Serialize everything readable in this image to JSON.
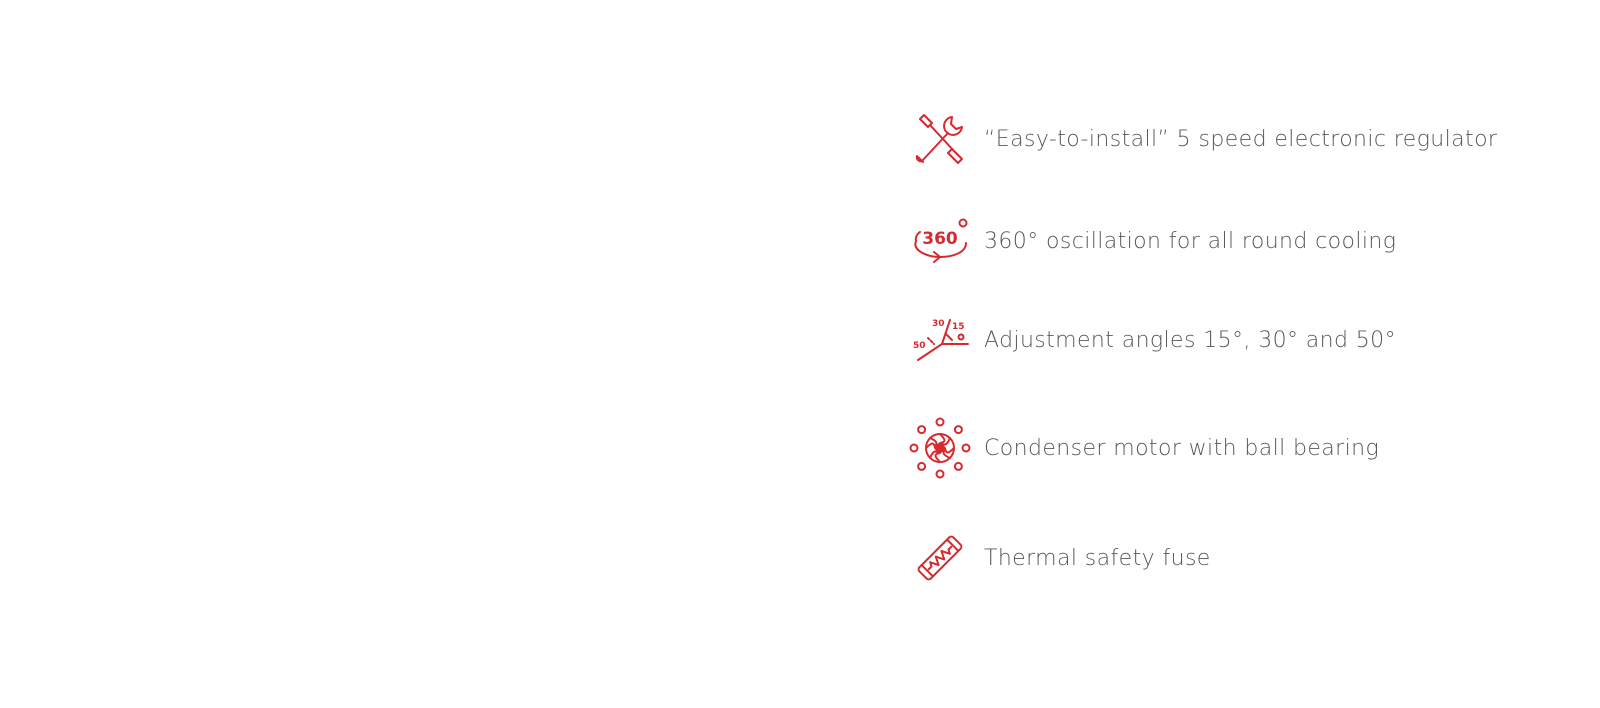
{
  "accent_color": "#d52b2f",
  "text_color": "#58585a",
  "features": [
    {
      "icon": "wrench-screwdriver-icon",
      "label": "“Easy-to-install” 5 speed electronic regulator"
    },
    {
      "icon": "rotation-360-icon",
      "label": "360° oscillation for all round cooling",
      "icon_text": "360"
    },
    {
      "icon": "adjustment-angles-icon",
      "label": "Adjustment angles 15°, 30° and 50°",
      "icon_text": {
        "a": "30",
        "b": "15",
        "c": "50"
      }
    },
    {
      "icon": "condenser-motor-icon",
      "label": "Condenser motor with ball bearing"
    },
    {
      "icon": "thermal-fuse-icon",
      "label": "Thermal safety fuse"
    }
  ]
}
